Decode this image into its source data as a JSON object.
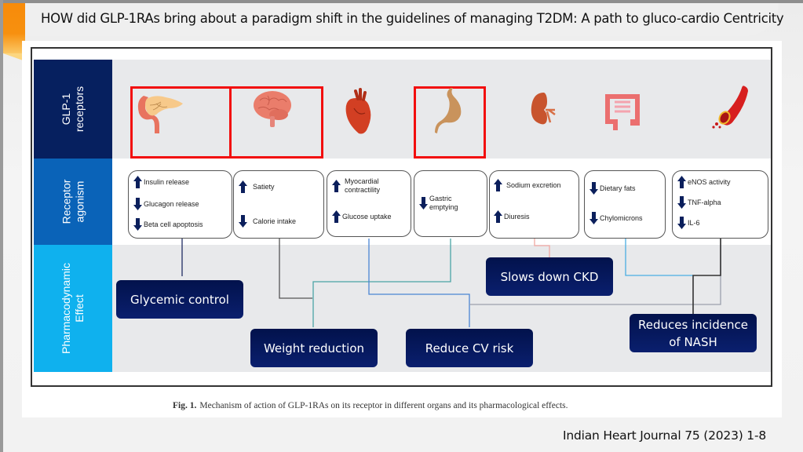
{
  "slide": {
    "title": "HOW did GLP-1RAs bring about a paradigm shift in the guidelines of managing T2DM: A path to gluco-cardio Centricity",
    "citation": "Indian Heart Journal 75 (2023) 1-8",
    "accent_color": "#f78b0a"
  },
  "figure": {
    "row_labels": {
      "receptors": "GLP-1\nreceptors",
      "agonism": "Receptor\nagonism",
      "effect": "Pharmacodynamic\nEffect"
    },
    "organs": [
      {
        "name": "Pancreas",
        "icon": "pancreas-icon",
        "highlighted": true
      },
      {
        "name": "Brain",
        "icon": "brain-icon",
        "highlighted": true
      },
      {
        "name": "Heart",
        "icon": "heart-icon",
        "highlighted": false
      },
      {
        "name": "Stomach",
        "icon": "stomach-icon",
        "highlighted": true
      },
      {
        "name": "Kidney",
        "icon": "kidney-icon",
        "highlighted": false
      },
      {
        "name": "Intestine",
        "icon": "intestine-icon",
        "highlighted": false
      },
      {
        "name": "Blood vessel",
        "icon": "blood-vessel-icon",
        "highlighted": false
      }
    ],
    "agonism": [
      {
        "effects": [
          {
            "direction": "up",
            "text": "Insulin release"
          },
          {
            "direction": "down",
            "text": "Glucagon release"
          },
          {
            "direction": "down",
            "text": "Beta cell apoptosis"
          }
        ]
      },
      {
        "effects": [
          {
            "direction": "up",
            "text": "Satiety"
          },
          {
            "direction": "down",
            "text": "Calorie intake"
          }
        ]
      },
      {
        "effects": [
          {
            "direction": "up",
            "text": "Myocardial\ncontractility"
          },
          {
            "direction": "up",
            "text": "Glucose uptake"
          }
        ]
      },
      {
        "effects": [
          {
            "direction": "down",
            "text": "Gastric\nemptying"
          }
        ]
      },
      {
        "effects": [
          {
            "direction": "up",
            "text": "Sodium excretion"
          },
          {
            "direction": "up",
            "text": "Diuresis"
          }
        ]
      },
      {
        "effects": [
          {
            "direction": "down",
            "text": "Dietary fats"
          },
          {
            "direction": "down",
            "text": "Chylomicrons"
          }
        ]
      },
      {
        "effects": [
          {
            "direction": "up",
            "text": "eNOS activity"
          },
          {
            "direction": "down",
            "text": "TNF-alpha"
          },
          {
            "direction": "down",
            "text": "IL-6"
          }
        ]
      }
    ],
    "pharmacodynamic_effects": {
      "glycemic": "Glycemic control",
      "weight": "Weight reduction",
      "cv": "Reduce CV risk",
      "ckd": "Slows down CKD",
      "nash": "Reduces incidence\nof NASH"
    },
    "colors": {
      "highlight": "#f20d0d",
      "arrow": "#0b1f5c",
      "pill": "#02124c",
      "receptors_label": "#06205f",
      "agonism_label": "#0a63b8",
      "effect_label": "#0fb1ee"
    },
    "caption_label": "Fig. 1.",
    "caption_text": "Mechanism of action of GLP-1RAs on its receptor in different organs and its pharmacological effects."
  }
}
